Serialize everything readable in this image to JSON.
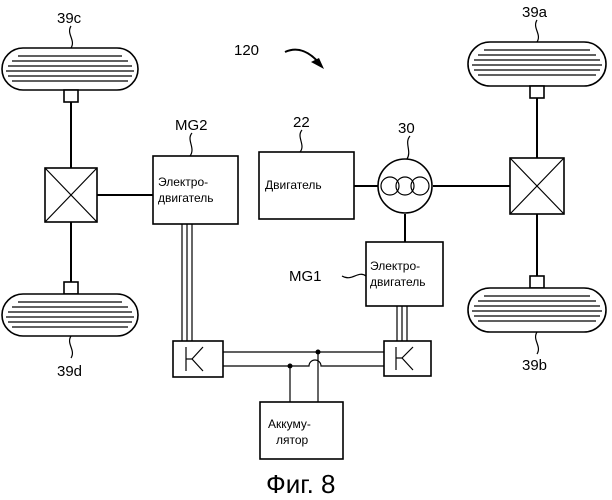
{
  "labels": {
    "wheel_39c": "39c",
    "wheel_39a": "39a",
    "wheel_39d": "39d",
    "wheel_39b": "39b",
    "ref_120": "120",
    "ref_mg2": "MG2",
    "ref_22": "22",
    "ref_30": "30",
    "ref_mg1": "MG1",
    "caption": "Фиг. 8"
  },
  "blocks": {
    "motor2_line1": "Электро-",
    "motor2_line2": "двигатель",
    "engine": "Двигатель",
    "motor1_line1": "Электро-",
    "motor1_line2": "двигатель",
    "battery_line1": "Аккуму-",
    "battery_line2": "лятор"
  }
}
